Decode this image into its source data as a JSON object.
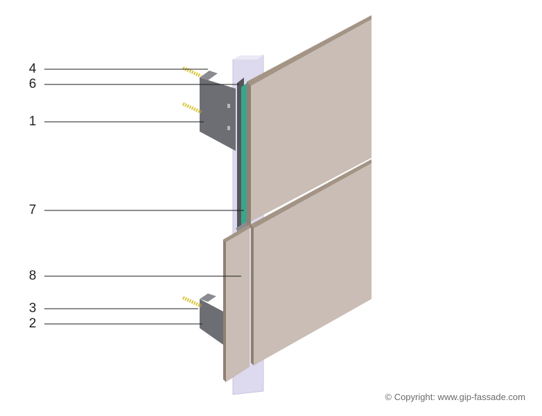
{
  "labels": {
    "l4": "4",
    "l6": "6",
    "l1": "1",
    "l7": "7",
    "l8": "8",
    "l3": "3",
    "l2": "2"
  },
  "copyright": "© Copyright: www.gip-fassade.com",
  "colors": {
    "panel_face": "#c9bdb5",
    "panel_edge": "#a49485",
    "bracket": "#6d6e73",
    "bracket_light": "#8a8b90",
    "rail": "#ddd9ee",
    "gasket": "#3aa58a",
    "screw": "#d8c640",
    "leader": "#1a1a1a"
  }
}
